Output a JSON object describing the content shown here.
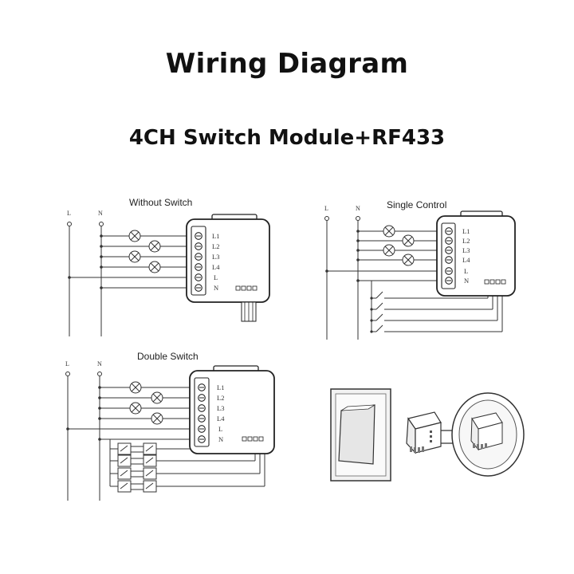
{
  "header": {
    "title": "Wiring Diagram",
    "subtitle": "4CH Switch Module+RF433"
  },
  "panels": {
    "without_switch": {
      "label": "Without Switch"
    },
    "single_control": {
      "label": "Single Control"
    },
    "double_switch": {
      "label": "Double Switch"
    }
  },
  "supply": {
    "live": "L",
    "neutral": "N"
  },
  "terminals": [
    "L1",
    "L2",
    "L3",
    "L4",
    "L",
    "N"
  ],
  "colors": {
    "line": "#333333",
    "module_body": "#ffffff",
    "wall_plate": "#f2f2f2",
    "switch_rocker": "#e6e6e6"
  }
}
